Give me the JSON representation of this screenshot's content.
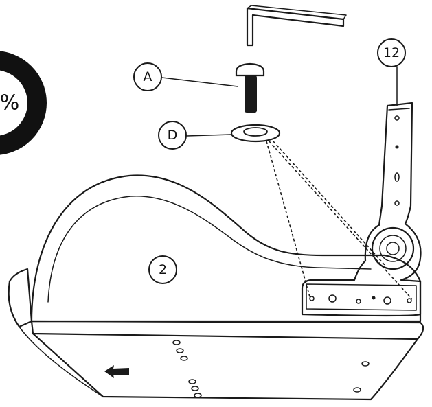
{
  "progress_badge": {
    "text": "%"
  },
  "callouts": {
    "a": "A",
    "d": "D",
    "part_2": "2",
    "part_12": "12"
  },
  "colors": {
    "ink": "#1a1a1a",
    "badge": "#111111",
    "paper": "#ffffff"
  }
}
